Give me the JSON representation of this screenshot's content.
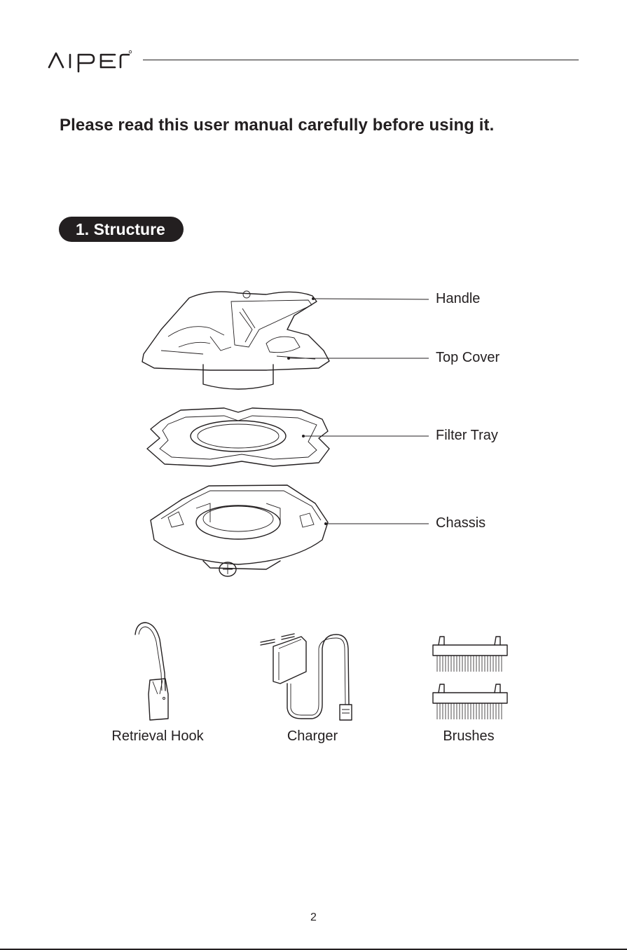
{
  "header": {
    "logo_text": "AIPER",
    "logo_mark": "aiper-logo"
  },
  "intro_text": "Please read this user manual carefully before using it.",
  "section": {
    "title": "1. Structure"
  },
  "parts": [
    {
      "label": "Handle"
    },
    {
      "label": "Top Cover"
    },
    {
      "label": "Filter Tray"
    },
    {
      "label": "Chassis"
    }
  ],
  "accessories": [
    {
      "label": "Retrieval Hook"
    },
    {
      "label": "Charger"
    },
    {
      "label": "Brushes"
    }
  ],
  "footer": {
    "page_number": "2"
  }
}
